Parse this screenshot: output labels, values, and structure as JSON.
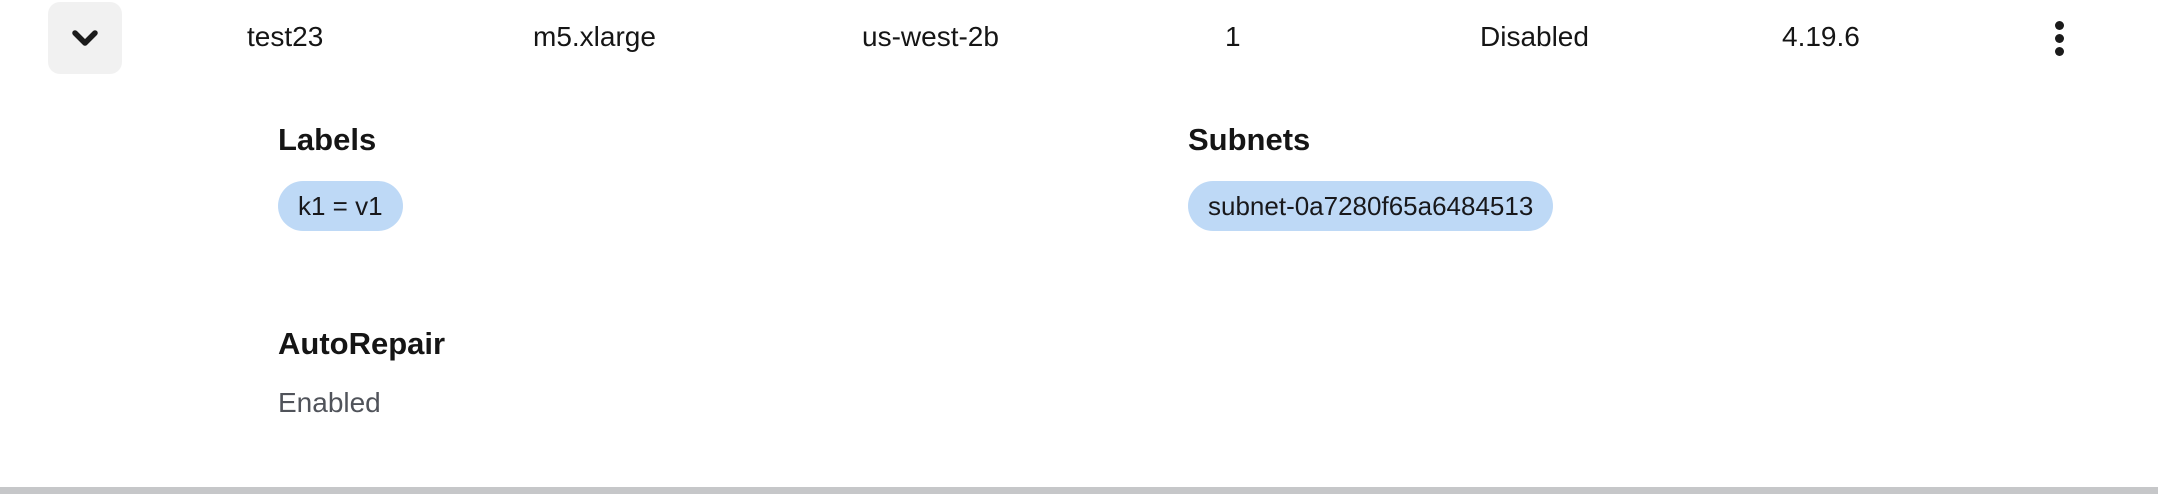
{
  "row": {
    "name": "test23",
    "instance_type": "m5.xlarge",
    "availability_zone": "us-west-2b",
    "node_count": "1",
    "autoscaling": "Disabled",
    "version": "4.19.6"
  },
  "expanded": {
    "labels": {
      "title": "Labels",
      "chips": [
        "k1 = v1"
      ]
    },
    "subnets": {
      "title": "Subnets",
      "chips": [
        "subnet-0a7280f65a6484513"
      ]
    },
    "autorepair": {
      "title": "AutoRepair",
      "value": "Enabled"
    }
  },
  "icons": {
    "expand": "chevron-down-icon",
    "actions": "kebab-menu-icon"
  },
  "colors": {
    "text": "#151515",
    "muted_text": "#50535a",
    "chip_background": "#bed9f6",
    "expand_button_background": "#f1f1f1",
    "bottom_bar": "#c6c7c9",
    "background": "#ffffff"
  }
}
